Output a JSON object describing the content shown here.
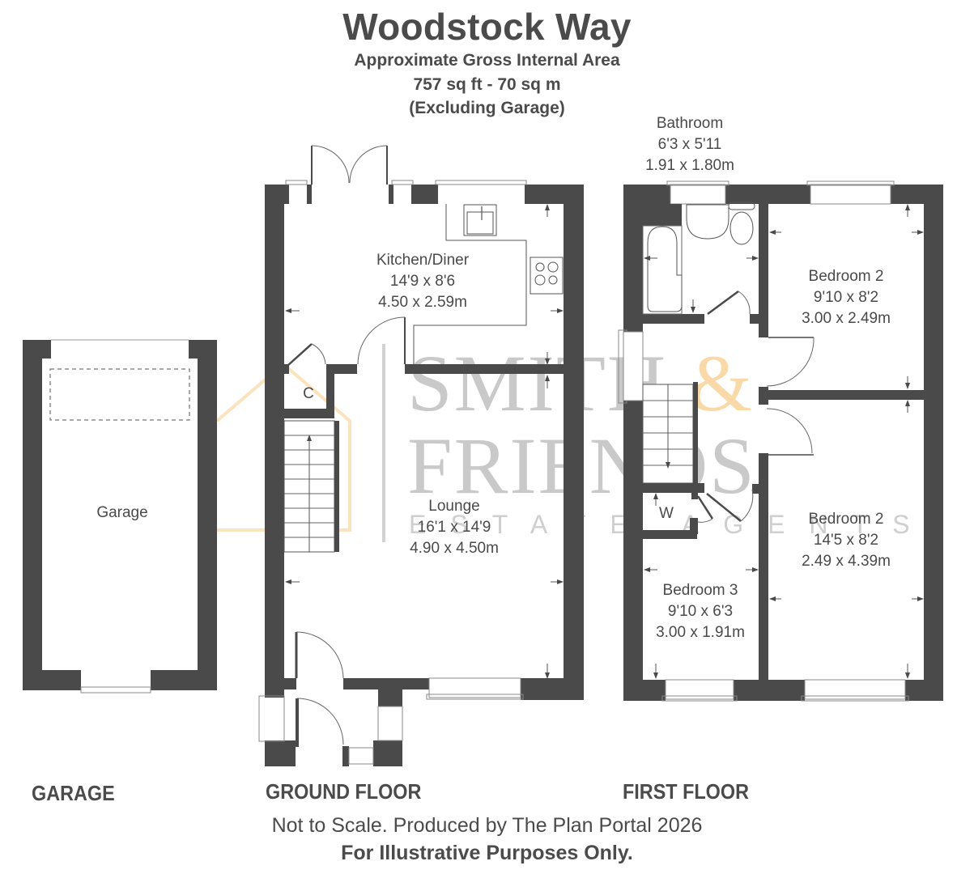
{
  "header": {
    "title": "Woodstock Way",
    "subtitle": "Approximate Gross Internal Area",
    "area": "757 sq ft - 70 sq m",
    "note": "(Excluding Garage)"
  },
  "watermark": {
    "line1": "SMITH",
    "ampersand": "&",
    "line2": "FRIENDS",
    "line3": "ESTATE AGENTS",
    "accent_color": "#f9d9a8",
    "text_color": "#c9c9c9"
  },
  "colors": {
    "wall": "#4a4a4a",
    "text": "#4a4a4a",
    "background": "#ffffff"
  },
  "floors": {
    "garage": {
      "label": "GARAGE",
      "rooms": [
        {
          "name": "Garage",
          "imperial": "",
          "metric": ""
        }
      ]
    },
    "ground": {
      "label": "GROUND FLOOR",
      "rooms": [
        {
          "name": "Kitchen/Diner",
          "imperial": "14'9 x 8'6",
          "metric": "4.50 x 2.59m"
        },
        {
          "name": "Lounge",
          "imperial": "16'1 x 14'9",
          "metric": "4.90 x 4.50m"
        },
        {
          "name": "C",
          "imperial": "",
          "metric": ""
        }
      ]
    },
    "first": {
      "label": "FIRST FLOOR",
      "rooms": [
        {
          "name": "Bathroom",
          "imperial": "6'3 x 5'11",
          "metric": "1.91 x 1.80m"
        },
        {
          "name": "Bedroom 2",
          "imperial": "9'10 x 8'2",
          "metric": "3.00 x 2.49m"
        },
        {
          "name": "Bedroom 2",
          "imperial": "14'5 x 8'2",
          "metric": "2.49 x 4.39m"
        },
        {
          "name": "Bedroom 3",
          "imperial": "9'10 x 6'3",
          "metric": "3.00 x 1.91m"
        },
        {
          "name": "W",
          "imperial": "",
          "metric": ""
        }
      ]
    }
  },
  "footer": {
    "disclaimer": "Not to Scale. Produced by The Plan Portal 2026",
    "purpose": "For Illustrative Purposes Only."
  }
}
